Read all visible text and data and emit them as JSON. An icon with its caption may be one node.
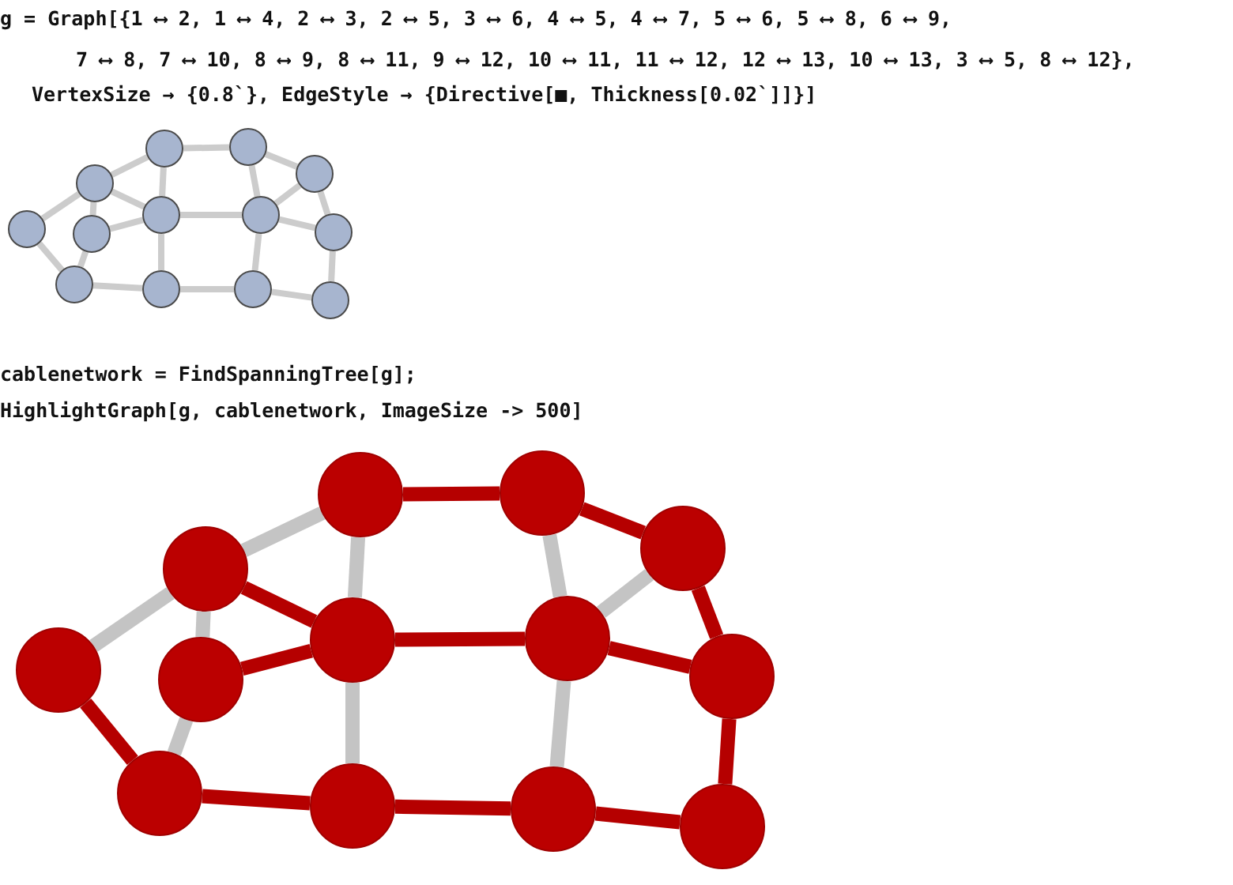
{
  "diagram": {
    "nodes": [
      {
        "text": [],
        "shape": "circle"
      },
      {
        "text": [],
        "shape": "circle"
      },
      {
        "text": [],
        "shape": "circle"
      },
      {
        "text": [],
        "shape": "circle"
      },
      {
        "text": [],
        "shape": "circle"
      },
      {
        "text": [],
        "shape": "circle"
      },
      {
        "text": [],
        "shape": "circle"
      },
      {
        "text": [],
        "shape": "circle"
      },
      {
        "text": [],
        "shape": "circle"
      },
      {
        "text": [],
        "shape": "circle"
      },
      {
        "text": [],
        "shape": "circle"
      },
      {
        "text": [],
        "shape": "circle"
      },
      {
        "text": [],
        "shape": "circle"
      },
      {
        "text": [],
        "shape": "circle"
      },
      {
        "text": [],
        "shape": "circle"
      },
      {
        "text": [],
        "shape": "circle"
      },
      {
        "text": [],
        "shape": "circle"
      },
      {
        "text": [],
        "shape": "circle"
      },
      {
        "text": [],
        "shape": "circle"
      },
      {
        "text": [],
        "shape": "circle"
      },
      {
        "text": [],
        "shape": "circle"
      },
      {
        "text": [],
        "shape": "circle"
      },
      {
        "text": [],
        "shape": "circle"
      },
      {
        "text": [],
        "shape": "circle"
      },
      {
        "text": [],
        "shape": "circle"
      },
      {
        "text": [],
        "shape": "circle"
      }
    ],
    "edges": [
      {
        "from": 0,
        "to": 1,
        "arrow": "none"
      },
      {
        "from": 0,
        "to": 9,
        "arrow": "none"
      },
      {
        "from": 1,
        "to": 3,
        "arrow": "none"
      },
      {
        "from": 1,
        "to": 2,
        "arrow": "none"
      },
      {
        "from": 1,
        "to": 4,
        "arrow": "none"
      },
      {
        "from": 2,
        "to": 4,
        "arrow": "none"
      },
      {
        "from": 2,
        "to": 9,
        "arrow": "none"
      },
      {
        "from": 3,
        "to": 5,
        "arrow": "none"
      },
      {
        "from": 3,
        "to": 4,
        "arrow": "none"
      },
      {
        "from": 4,
        "to": 6,
        "arrow": "none"
      },
      {
        "from": 4,
        "to": 10,
        "arrow": "none"
      },
      {
        "from": 5,
        "to": 6,
        "arrow": "none"
      },
      {
        "from": 5,
        "to": 7,
        "arrow": "none"
      },
      {
        "from": 6,
        "to": 7,
        "arrow": "none"
      },
      {
        "from": 6,
        "to": 8,
        "arrow": "none"
      },
      {
        "from": 6,
        "to": 11,
        "arrow": "none"
      },
      {
        "from": 7,
        "to": 8,
        "arrow": "none"
      },
      {
        "from": 8,
        "to": 12,
        "arrow": "none"
      },
      {
        "from": 9,
        "to": 10,
        "arrow": "none"
      },
      {
        "from": 10,
        "to": 11,
        "arrow": "none"
      },
      {
        "from": 11,
        "to": 12,
        "arrow": "none"
      },
      {
        "from": 13,
        "to": 14,
        "arrow": "none",
        "style": "thick"
      },
      {
        "from": 13,
        "to": 22,
        "arrow": "none",
        "style": "thick",
        "color": "#b50000"
      },
      {
        "from": 14,
        "to": 16,
        "arrow": "none",
        "style": "thick"
      },
      {
        "from": 14,
        "to": 15,
        "arrow": "none",
        "style": "thick"
      },
      {
        "from": 14,
        "to": 17,
        "arrow": "none",
        "style": "thick",
        "color": "#b50000"
      },
      {
        "from": 15,
        "to": 17,
        "arrow": "none",
        "style": "thick",
        "color": "#b50000"
      },
      {
        "from": 15,
        "to": 22,
        "arrow": "none",
        "style": "thick"
      },
      {
        "from": 16,
        "to": 18,
        "arrow": "none",
        "style": "thick",
        "color": "#b50000"
      },
      {
        "from": 16,
        "to": 17,
        "arrow": "none",
        "style": "thick"
      },
      {
        "from": 17,
        "to": 19,
        "arrow": "none",
        "style": "thick",
        "color": "#b50000"
      },
      {
        "from": 17,
        "to": 23,
        "arrow": "none",
        "style": "thick"
      },
      {
        "from": 18,
        "to": 19,
        "arrow": "none",
        "style": "thick"
      },
      {
        "from": 18,
        "to": 20,
        "arrow": "none",
        "style": "thick",
        "color": "#b50000"
      },
      {
        "from": 19,
        "to": 20,
        "arrow": "none",
        "style": "thick"
      },
      {
        "from": 19,
        "to": 21,
        "arrow": "none",
        "style": "thick",
        "color": "#b50000"
      },
      {
        "from": 19,
        "to": 24,
        "arrow": "none",
        "style": "thick"
      },
      {
        "from": 20,
        "to": 21,
        "arrow": "none",
        "style": "thick",
        "color": "#b50000"
      },
      {
        "from": 21,
        "to": 25,
        "arrow": "none",
        "style": "thick",
        "color": "#b50000"
      },
      {
        "from": 22,
        "to": 23,
        "arrow": "none",
        "style": "thick",
        "color": "#b50000"
      },
      {
        "from": 23,
        "to": 24,
        "arrow": "none",
        "style": "thick",
        "color": "#b50000"
      },
      {
        "from": 24,
        "to": 25,
        "arrow": "none",
        "style": "thick",
        "color": "#b50000"
      }
    ],
    "labels": [
      "g = Graph[{1 ⟷ 2, 1 ⟷ 4, 2 ⟷ 3, 2 ⟷ 5, 3 ⟷ 6, 4 ⟷ 5, 4 ⟷ 7, 5 ⟷ 6, 5 ⟷ 8, 6 ⟷ 9,",
      "7 ⟷ 8, 7 ⟷ 10, 8 ⟷ 9, 8 ⟷ 11, 9 ⟷ 12, 10 ⟷ 11, 11 ⟷ 12, 12 ⟷ 13, 10 ⟷ 13, 3 ⟷ 5, 8 ⟷ 12},",
      "VertexSize → {0.8`}, EdgeStyle → {Directive[■, Thickness[0.02`]]}]",
      "cablenetwork = FindSpanningTree[g];",
      "HighlightGraph[g, cablenetwork, ImageSize -> 500]"
    ]
  }
}
